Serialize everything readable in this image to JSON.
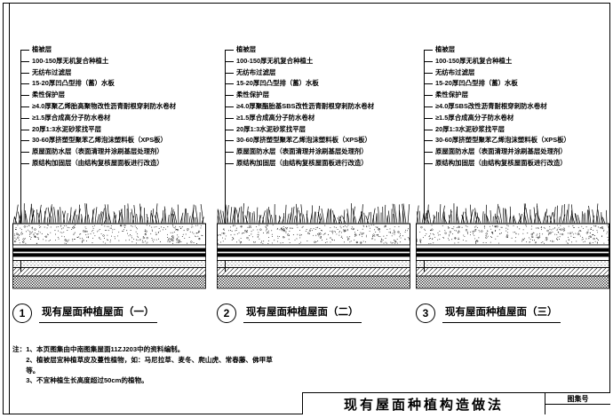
{
  "details": [
    {
      "number": "1",
      "title": "现有屋面种植屋面（一）",
      "layers": [
        "植被层",
        "100-150厚无机复合种植土",
        "无纺布过滤层",
        "15-20厚凹凸型排（蓄）水板",
        "柔性保护层",
        "≥4.0厚聚乙烯胎高聚物改性沥青耐根穿刺防水卷材",
        "≥1.5厚合成高分子防水卷材",
        "20厚1:3水泥砂浆找平层",
        "30-60厚挤塑型聚苯乙烯泡沫塑料板（XPS板）",
        "原屋面防水层（表面清理并涂刷基层处理剂）",
        "原结构加固层（由结构复核屋面板进行改造）"
      ]
    },
    {
      "number": "2",
      "title": "现有屋面种植屋面（二）",
      "layers": [
        "植被层",
        "100-150厚无机复合种植土",
        "无纺布过滤层",
        "15-20厚凹凸型排（蓄）水板",
        "柔性保护层",
        "≥4.0厚聚酯胎基SBS改性沥青耐根穿刺防水卷材",
        "≥1.5厚合成高分子防水卷材",
        "20厚1:3水泥砂浆找平层",
        "30-60厚挤塑型聚苯乙烯泡沫塑料板（XPS板）",
        "原屋面防水层（表面清理并涂刷基层处理剂）",
        "原结构加固层（由结构复核屋面板进行改造）"
      ]
    },
    {
      "number": "3",
      "title": "现有屋面种植屋面（三）",
      "layers": [
        "植被层",
        "100-150厚无机复合种植土",
        "无纺布过滤层",
        "15-20厚凹凸型排（蓄）水板",
        "柔性保护层",
        "≥4.0厚SBS改性沥青耐根穿刺防水卷材",
        "≥1.5厚合成高分子防水卷材",
        "20厚1:3水泥砂浆找平层",
        "30-60厚挤塑型聚苯乙烯泡沫塑料板（XPS板）",
        "原屋面防水层（表面清理并涂刷基层处理剂）",
        "原结构加固层（由结构复核屋面板进行改造）"
      ]
    }
  ],
  "notes": {
    "label": "注：",
    "items": [
      "1、本页图集由中南图集屋面11ZJ203中的资料编制。",
      "2、植被层宜种植草皮及蔓性植物，如：马尼拉草、麦冬、爬山虎、常春藤、佛甲草等。",
      "3、不宜种植生长高度超过50cm的植物。"
    ]
  },
  "title_block": {
    "title": "现有屋面种植构造做法",
    "atlas_label": "图集号"
  }
}
